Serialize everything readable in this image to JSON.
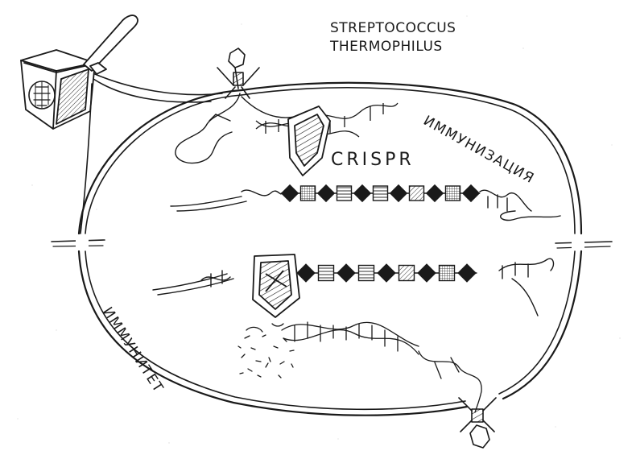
{
  "title": {
    "line1": "STREPTOCOCCUS",
    "line2": "THERMOPHILUS"
  },
  "labels": {
    "crispr": "CRISPR",
    "immunization": "ИММУНИЗАЦИЯ",
    "immunity": "ИММУНИТЕТ"
  },
  "crispr_array_top": [
    "black",
    "grid",
    "black",
    "lines",
    "black",
    "lines",
    "black",
    "hatched",
    "black",
    "grid",
    "black"
  ],
  "crispr_array_bottom": [
    "black",
    "lines",
    "black",
    "lines",
    "black",
    "hatched",
    "black",
    "grid",
    "black"
  ],
  "colors": {
    "ink": "#1a1a1a",
    "paper": "#ffffff"
  }
}
